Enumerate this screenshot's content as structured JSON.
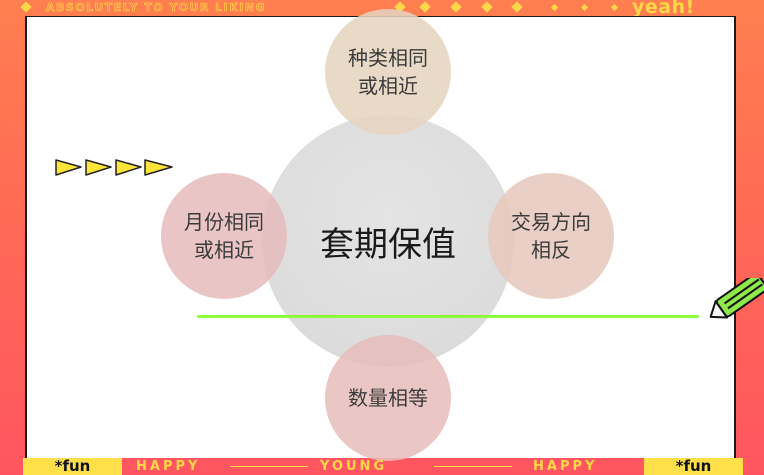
{
  "banner": {
    "top_text": "ABSOLUTELY TO YOUR LIKING",
    "top_exclaim": "yeah!",
    "bottom_left_tag": "*fun",
    "bottom_right_tag": "*fun",
    "bottom_words": [
      "HAPPY",
      "YOUNG",
      "HAPPY"
    ]
  },
  "diagram": {
    "center": "套期保值",
    "top": "种类相同或相近",
    "left": "月份相同或相近",
    "right": "交易方向相反",
    "bottom": "数量相等"
  },
  "colors": {
    "frame_orange": "#ff7f50",
    "frame_red": "#ff5560",
    "banner_yellow": "#ffd84a",
    "accent_green": "#8cff3a",
    "center_gray": "#dcdcdc"
  },
  "icons": {
    "flags": "yellow-pennant-flags",
    "pencil": "green-pencil"
  }
}
